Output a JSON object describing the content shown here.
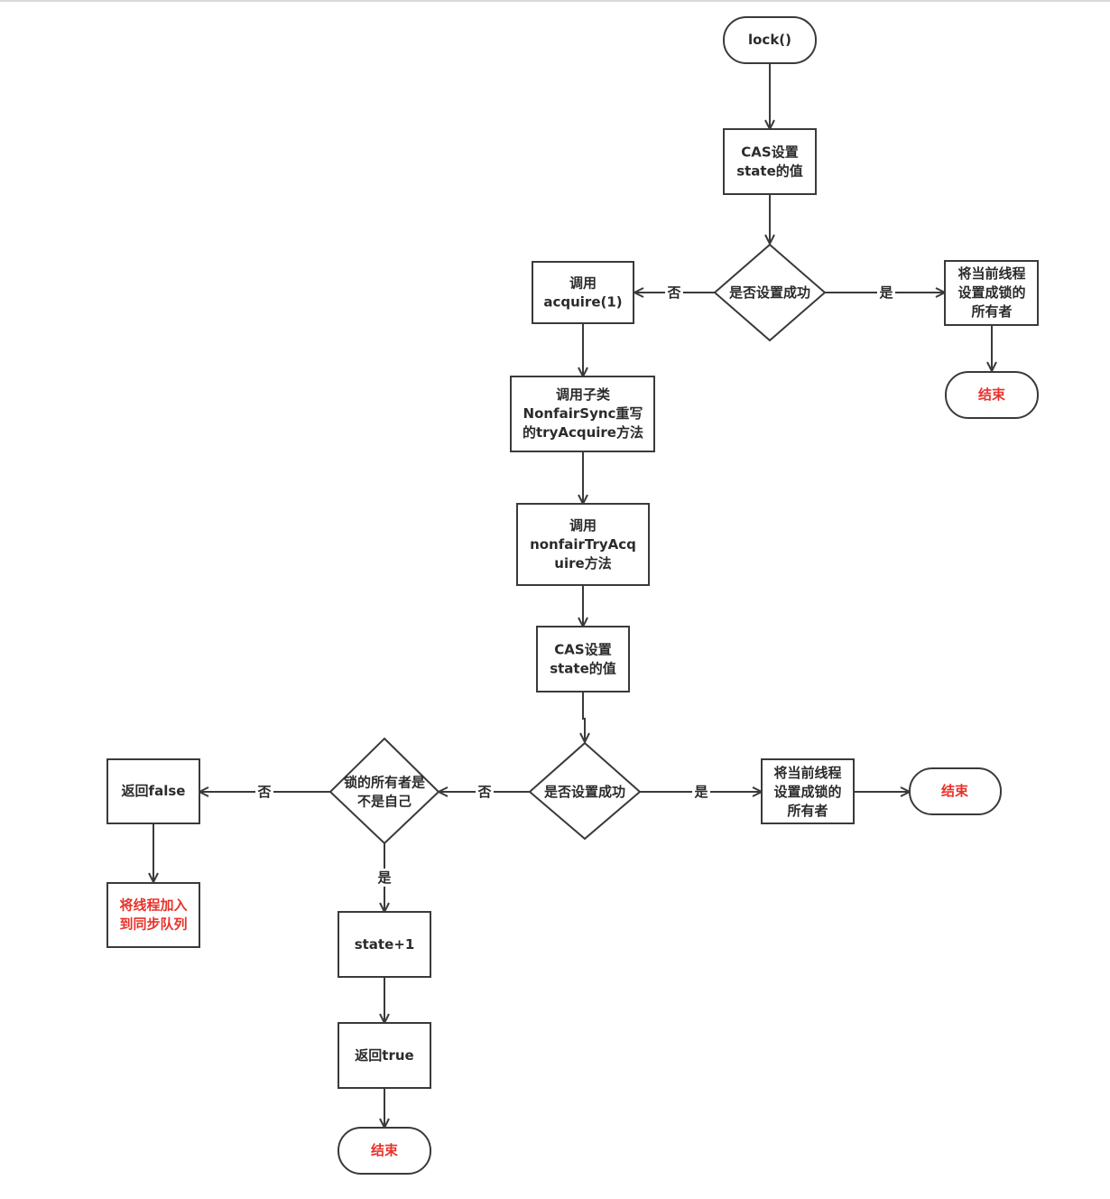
{
  "nodes": {
    "lock": {
      "text": "lock()"
    },
    "cas1": {
      "text": [
        "CAS设置",
        "state的值"
      ]
    },
    "dec1": {
      "text": "是否设置成功"
    },
    "owner1": {
      "text": [
        "将当前线程",
        "设置成锁的",
        "所有者"
      ]
    },
    "end1": {
      "text": "结束"
    },
    "acquire": {
      "text": [
        "调用",
        "acquire(1)"
      ]
    },
    "tryacquire": {
      "text": [
        "调用子类",
        "NonfairSync重写",
        "的tryAcquire方法"
      ]
    },
    "nonfair": {
      "text": [
        "调用",
        "nonfairTryAcq",
        "uire方法"
      ]
    },
    "cas2": {
      "text": [
        "CAS设置",
        "state的值"
      ]
    },
    "dec2": {
      "text": "是否设置成功"
    },
    "owner2": {
      "text": [
        "将当前线程",
        "设置成锁的",
        "所有者"
      ]
    },
    "end2": {
      "text": "结束"
    },
    "dec3": {
      "text": [
        "锁的所有者是",
        "不是自己"
      ]
    },
    "retfalse": {
      "text": "返回false"
    },
    "enqueue": {
      "text": [
        "将线程加入",
        "到同步队列"
      ]
    },
    "stateplus": {
      "text": "state+1"
    },
    "rettrue": {
      "text": "返回true"
    },
    "end3": {
      "text": "结束"
    }
  },
  "edge_labels": {
    "no": "否",
    "yes": "是"
  },
  "colors": {
    "stroke": "#3a3a3a",
    "text": "#2b2b2b",
    "terminal_red": "#e8322b"
  }
}
